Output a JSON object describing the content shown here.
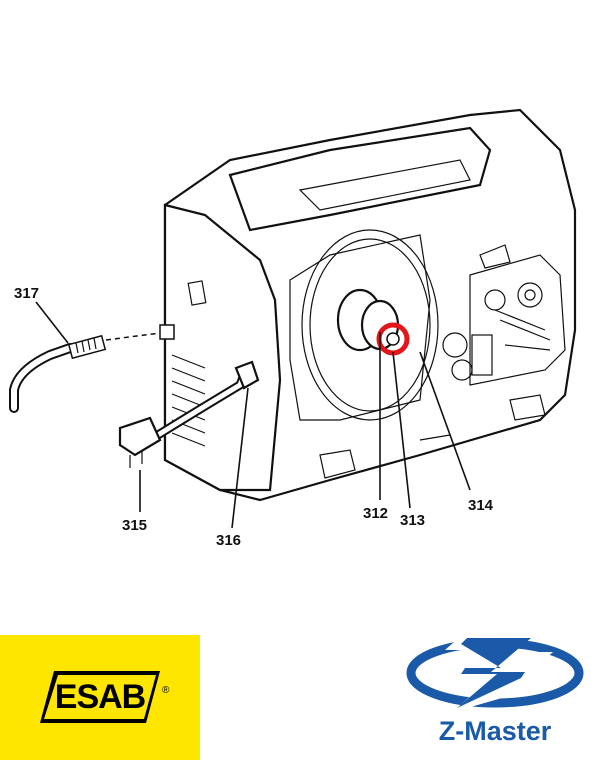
{
  "callouts": {
    "c317": "317",
    "c315": "315",
    "c316": "316",
    "c312": "312",
    "c313": "313",
    "c314": "314"
  },
  "logos": {
    "esab_text": "ESAB",
    "esab_reg": "®",
    "zmaster_text": "Z-Master"
  },
  "colors": {
    "highlight": "#e3161b",
    "esab_yellow": "#ffe600",
    "zmaster_blue": "#1a5aa8"
  }
}
